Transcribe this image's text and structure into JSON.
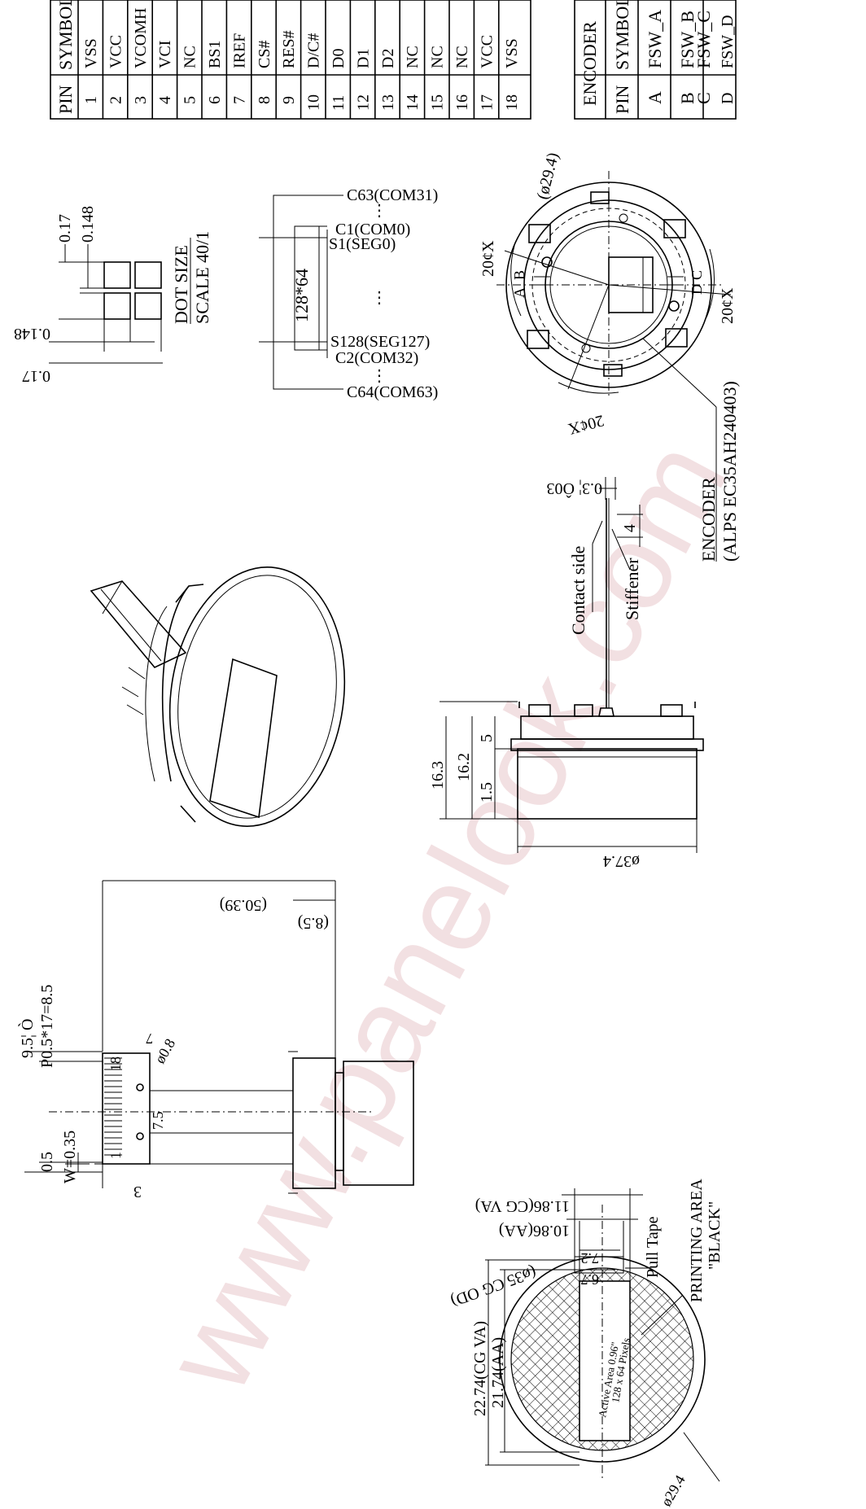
{
  "watermark": "www.panelook.com",
  "pin_table": {
    "header_pin": "PIN",
    "header_symbol": "SYMBOL",
    "pins": [
      "1",
      "2",
      "3",
      "4",
      "5",
      "6",
      "7",
      "8",
      "9",
      "10",
      "11",
      "12",
      "13",
      "14",
      "15",
      "16",
      "17",
      "18"
    ],
    "symbols": [
      "VSS",
      "VCC",
      "VCOMH",
      "VCI",
      "NC",
      "BS1",
      "IREF",
      "CS#",
      "RES#",
      "D/C#",
      "D0",
      "D1",
      "D2",
      "NC",
      "NC",
      "NC",
      "VCC",
      "VSS"
    ]
  },
  "encoder_table": {
    "title": "ENCODER",
    "header_pin": "PIN",
    "header_symbol": "SYMBOL",
    "pins": [
      "A",
      "B",
      "C",
      "D"
    ],
    "symbols": [
      "FSW_A",
      "FSW_B",
      "FSW_C",
      "FSW_D"
    ]
  },
  "dot_size": {
    "dim_017": "0.17",
    "dim_0148": "0.148",
    "label": "DOT SIZE",
    "scale": "SCALE 40/1"
  },
  "com_seg": {
    "c63": "C63(COM31)",
    "c1": "C1(COM0)",
    "s1": "S1(SEG0)",
    "s128": "S128(SEG127)",
    "c2": "C2(COM32)",
    "c64": "C64(COM63)",
    "matrix": "128*64",
    "dots": "⋮"
  },
  "encoder_view": {
    "dia": "(ø29.4)",
    "angle": "20¢X",
    "pin_a": "A",
    "pin_b": "B",
    "pin_c": "C",
    "pin_d": "D",
    "label1": "ENCODER",
    "label2": "(ALPS EC35AH240403)"
  },
  "side_view": {
    "d1": "16.3",
    "d2": "16.2",
    "d3": "5",
    "d4": "1.5",
    "dia": "ø37.4",
    "thick": "0.3¦ Ô03",
    "four": "4",
    "contact": "Contact side",
    "stiffener": "Stiffener"
  },
  "fpc_view": {
    "w": "W=0.35",
    "p05": "0.5",
    "pitch": "P0.5*17=8.5",
    "top": "9.5¦ Ò",
    "three": "3",
    "one": "1",
    "eighteen": "18",
    "seven": "7",
    "seven5": "7.5",
    "hole": "ø0.8",
    "len": "(50.39)",
    "len2": "(8.5)"
  },
  "front_view": {
    "cg_va": "22.74(CG VA)",
    "aa": "21.74(AA)",
    "cg_va2": "11.86(CG VA)",
    "aa2": "10.86(AA)",
    "d72": "7.2",
    "d67": "6.7",
    "od": "(ø35 CG OD)",
    "pull": "Pull Tape",
    "print1": "PRINTING AREA",
    "print2": "\"BLACK\"",
    "active1": "Active Area 0.96\"",
    "active2": "128 x 64 Pixels",
    "dia": "ø29.4"
  }
}
